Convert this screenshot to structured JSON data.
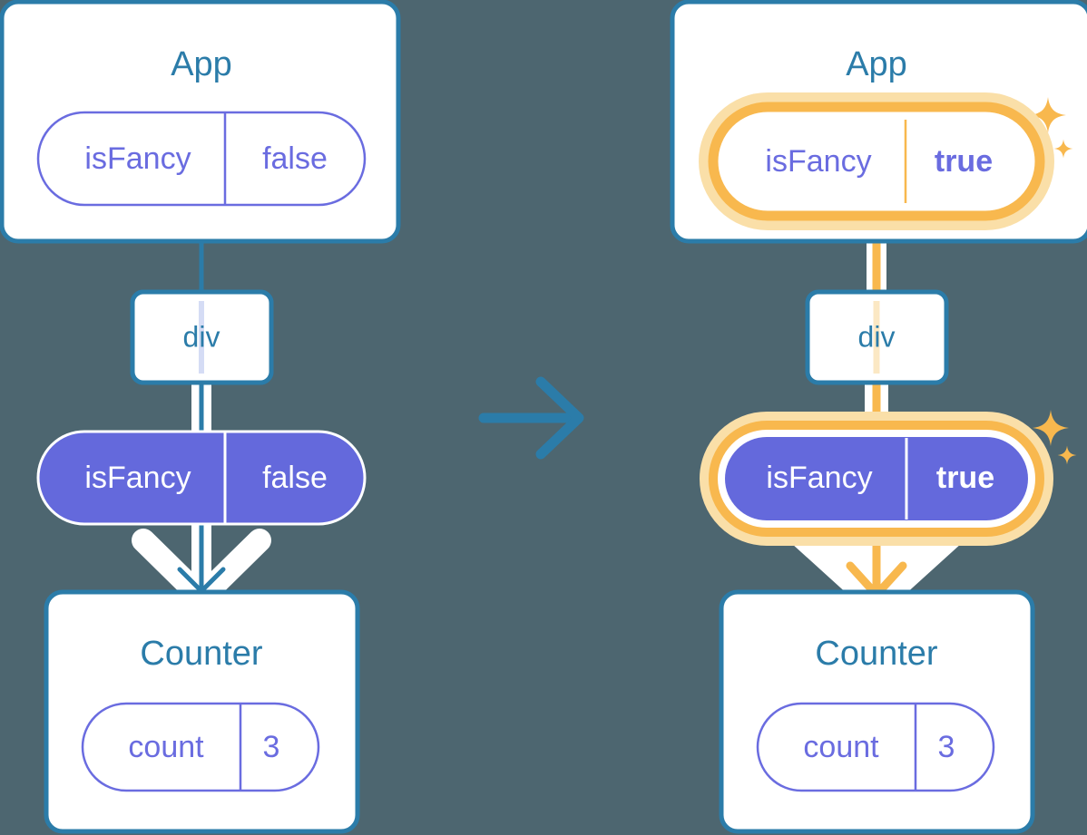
{
  "diagram": {
    "title_left": "App",
    "title_right": "App",
    "transition_icon": "right-arrow-icon",
    "background_color": "#4d6670",
    "accent_blue": "#2b7ca9",
    "accent_purple": "#6a6ce0",
    "accent_purple_fill": "#6469dc",
    "accent_orange": "#f8b84e",
    "accent_orange_glow": "#fadfa8",
    "white": "#ffffff"
  },
  "before": {
    "app_box": {
      "title": "App",
      "state_pill": {
        "key": "isFancy",
        "value": "false",
        "highlighted": false,
        "style": "outline"
      }
    },
    "div_box": {
      "label": "div"
    },
    "prop_pill": {
      "key": "isFancy",
      "value": "false",
      "highlighted": false,
      "style": "filled"
    },
    "counter_box": {
      "title": "Counter",
      "state_pill": {
        "key": "count",
        "value": "3",
        "highlighted": false,
        "style": "outline"
      }
    }
  },
  "after": {
    "app_box": {
      "title": "App",
      "state_pill": {
        "key": "isFancy",
        "value": "true",
        "highlighted": true,
        "style": "outline"
      },
      "sparkle": "sparkles-icon"
    },
    "div_box": {
      "label": "div"
    },
    "prop_pill": {
      "key": "isFancy",
      "value": "true",
      "highlighted": true,
      "style": "filled",
      "sparkle": "sparkles-icon"
    },
    "counter_box": {
      "title": "Counter",
      "state_pill": {
        "key": "count",
        "value": "3",
        "highlighted": false,
        "style": "outline"
      }
    }
  }
}
